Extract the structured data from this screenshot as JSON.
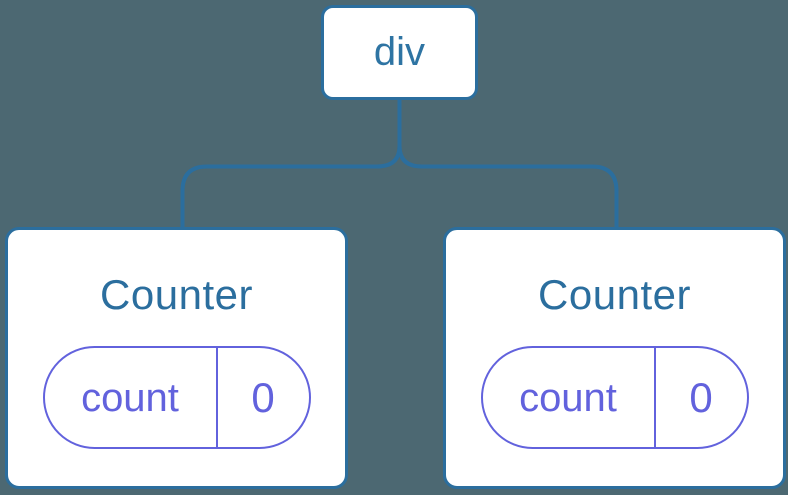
{
  "colors": {
    "background": "#4C6872",
    "node_border_blue": "#2B6E9E",
    "node_fill": "#FFFFFF",
    "root_label_blue": "#2E74A3",
    "state_purple": "#6262DD"
  },
  "tree": {
    "root": {
      "label": "div"
    },
    "children": [
      {
        "title": "Counter",
        "state": {
          "key": "count",
          "value": "0"
        }
      },
      {
        "title": "Counter",
        "state": {
          "key": "count",
          "value": "0"
        }
      }
    ]
  }
}
